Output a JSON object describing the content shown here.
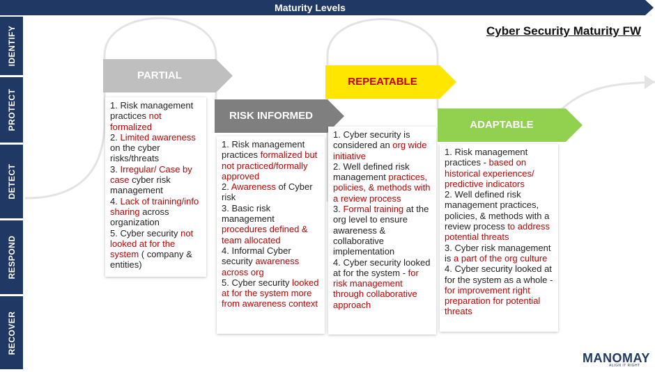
{
  "header": {
    "title": "Maturity Levels"
  },
  "framework_title": "Cyber Security Maturity FW",
  "functions": [
    "IDENTIFY",
    "PROTECT",
    "DETECT",
    "RESPOND",
    "RECOVER"
  ],
  "colors": {
    "navy": "#1f3864",
    "partial": "#bfbfbf",
    "risk_informed": "#7f7f7f",
    "repeatable": "#ffe600",
    "adaptable": "#92d050",
    "highlight": "#c00000"
  },
  "levels": [
    {
      "label": "PARTIAL",
      "items": [
        [
          {
            "t": "1. Risk management practices "
          },
          {
            "t": "not formalized",
            "red": true
          }
        ],
        [
          {
            "t": "2. "
          },
          {
            "t": "Limited awareness",
            "red": true
          },
          {
            "t": " on the cyber risks/threats"
          }
        ],
        [
          {
            "t": "3. "
          },
          {
            "t": "Irregular/ Case by case",
            "red": true
          },
          {
            "t": " cyber risk management"
          }
        ],
        [
          {
            "t": "4. "
          },
          {
            "t": "Lack of training/info sharing",
            "red": true
          },
          {
            "t": " across organization"
          }
        ],
        [
          {
            "t": "5. Cyber security "
          },
          {
            "t": "not looked at for the system",
            "red": true
          },
          {
            "t": " ( company & entities)"
          }
        ]
      ]
    },
    {
      "label": "RISK INFORMED",
      "items": [
        [
          {
            "t": "1. Risk management practices "
          },
          {
            "t": "formalized but not practiced/formally approved",
            "red": true
          }
        ],
        [
          {
            "t": "2. "
          },
          {
            "t": "Awareness",
            "red": true
          },
          {
            "t": " of Cyber risk"
          }
        ],
        [
          {
            "t": "3. Basic risk management "
          },
          {
            "t": "procedures defined & team allocated",
            "red": true
          }
        ],
        [
          {
            "t": "4. Informal Cyber security "
          },
          {
            "t": "awareness across org",
            "red": true
          }
        ],
        [
          {
            "t": "5. Cyber security "
          },
          {
            "t": "looked at for the system more from awareness context",
            "red": true
          }
        ]
      ]
    },
    {
      "label": "REPEATABLE",
      "items": [
        [
          {
            "t": "1. Cyber security is considered an "
          },
          {
            "t": "org wide initiative",
            "red": true
          }
        ],
        [
          {
            "t": "2. Well defined risk management "
          },
          {
            "t": "practices, policies, & methods with a review process",
            "red": true
          }
        ],
        [
          {
            "t": "3. "
          },
          {
            "t": "Formal training",
            "red": true
          },
          {
            "t": " at the org level to ensure awareness & collaborative implementation"
          }
        ],
        [
          {
            "t": "4. Cyber security looked at for the system - "
          },
          {
            "t": "for risk management through collaborative approach",
            "red": true
          }
        ]
      ]
    },
    {
      "label": "ADAPTABLE",
      "items": [
        [
          {
            "t": "1. Risk management practices - "
          },
          {
            "t": "based on historical experiences/ predictive indicators",
            "red": true
          }
        ],
        [
          {
            "t": "2. Well defined risk management practices, policies, & methods with a review process "
          },
          {
            "t": "to address potential threats",
            "red": true
          }
        ],
        [
          {
            "t": "3. Cyber risk management is "
          },
          {
            "t": "a part of the org culture",
            "red": true
          }
        ],
        [
          {
            "t": "4. Cyber security looked at for the system as a whole - "
          },
          {
            "t": "for improvement right preparation for potential threats",
            "red": true
          }
        ]
      ]
    }
  ],
  "logo": {
    "text": "MANOMAY",
    "tagline": "ALIGN IT RIGHT"
  }
}
